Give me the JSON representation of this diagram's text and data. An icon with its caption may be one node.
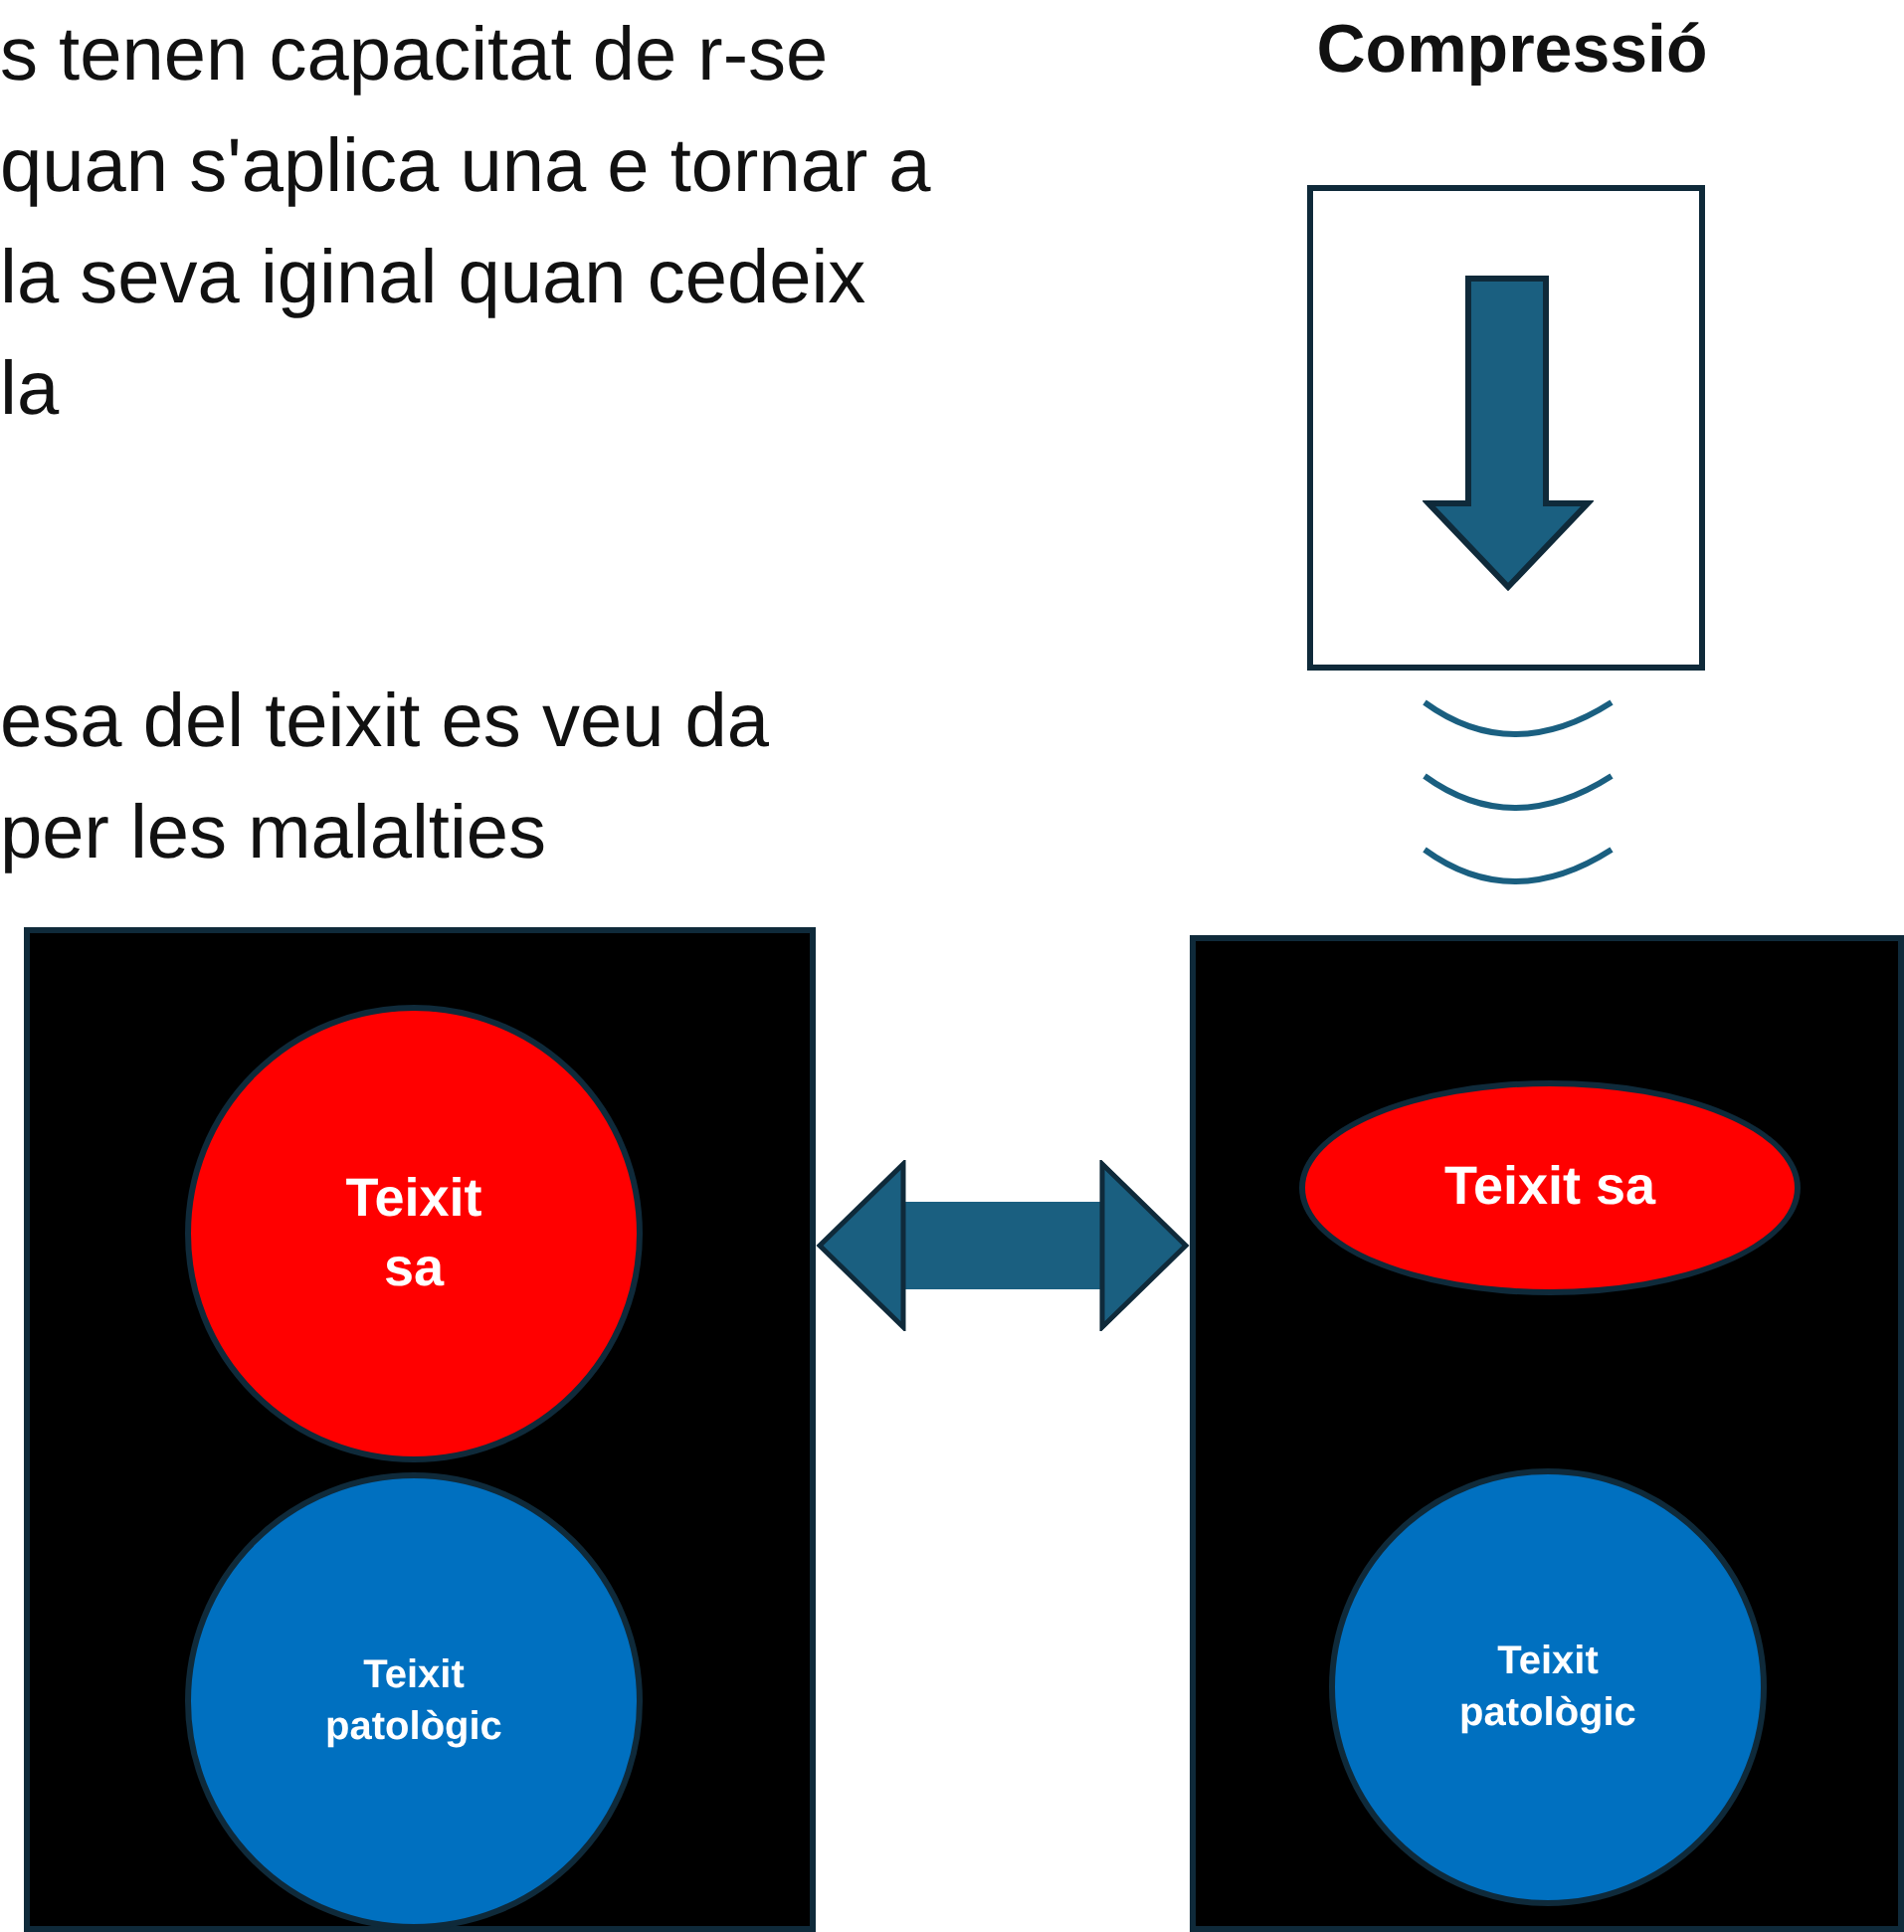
{
  "diagram": {
    "nodes": [
      {
        "text": [],
        "shape": "box"
      },
      {
        "text": [
          "Teixit sa"
        ],
        "in": 0
      },
      {
        "text": [
          "Teixit patològic"
        ],
        "in": 0
      },
      {
        "text": [],
        "shape": "box"
      },
      {
        "text": [
          "Teixit sa"
        ],
        "in": 3
      },
      {
        "text": [
          "Teixit patològic"
        ],
        "in": 3
      },
      {
        "text": [
          "Compressió"
        ]
      }
    ],
    "edges": [
      {
        "from": 0,
        "to": 3,
        "arrow": "both"
      }
    ],
    "labels": [
      "s tenen capacitat de r-se quan s'aplica una e tornar a la seva iginal quan cedeix la",
      "esa del teixit es veu da per les malalties"
    ]
  }
}
